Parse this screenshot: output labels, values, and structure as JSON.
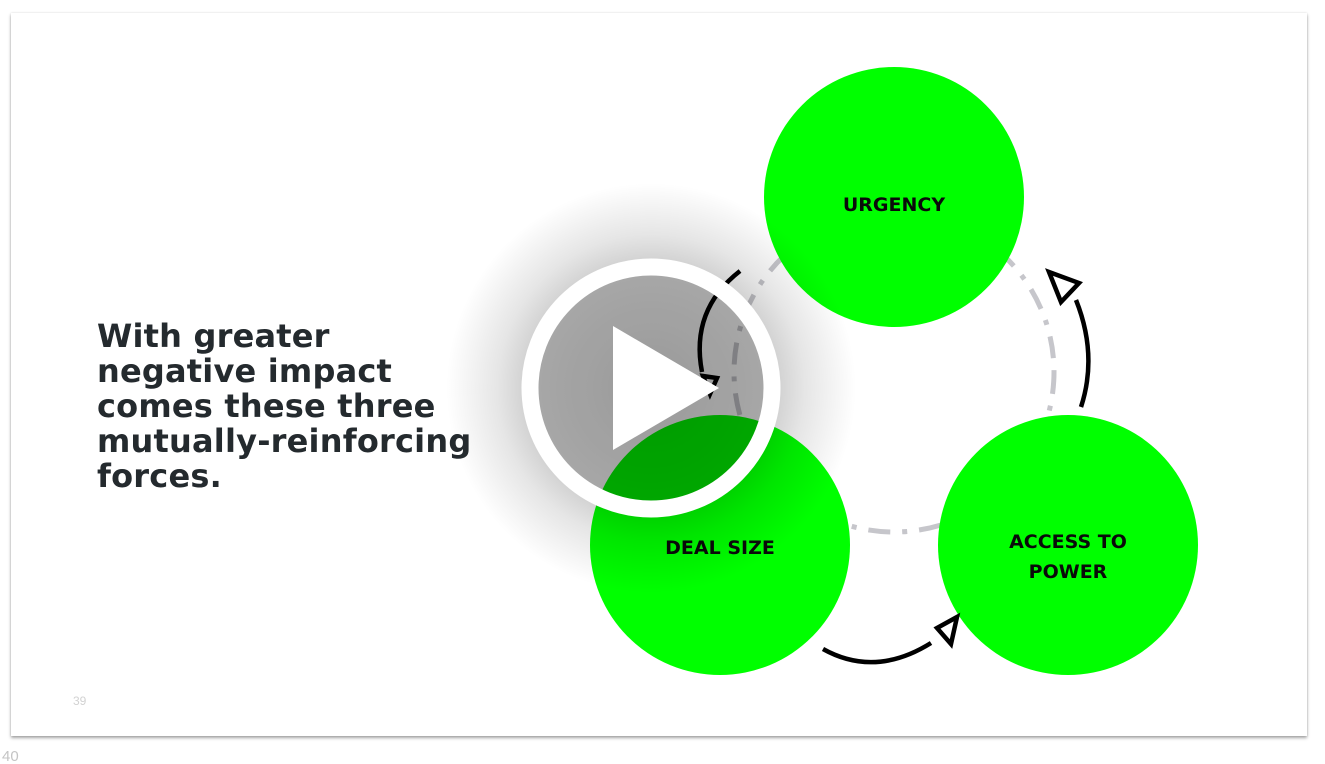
{
  "slide": {
    "heading": "With greater negative impact comes these three mutually-reinforcing forces.",
    "heading_lines": [
      "With greater",
      "negative impact",
      "comes these three",
      "mutually-reinforcing",
      "forces."
    ],
    "slide_number": "39",
    "next_slide_number": "40"
  },
  "diagram": {
    "nodes": [
      {
        "id": "urgency",
        "label_lines": [
          "URGENCY"
        ]
      },
      {
        "id": "deal-size",
        "label_lines": [
          "DEAL SIZE"
        ]
      },
      {
        "id": "access-to-power",
        "label_lines": [
          "ACCESS TO",
          "POWER"
        ]
      }
    ],
    "cycle": [
      "deal-size",
      "access-to-power",
      "urgency",
      "deal-size"
    ]
  },
  "video_overlay": {
    "control": "play",
    "icon": "play-icon"
  },
  "colors": {
    "node_fill": "#00ff00",
    "heading_text": "#242a2e",
    "label_text": "#0a0a0a",
    "arrow_stroke": "#000000",
    "cycle_ring": "#c6c6cb",
    "play_ring": "#ffffff",
    "page_number": "#d2d2d2"
  }
}
